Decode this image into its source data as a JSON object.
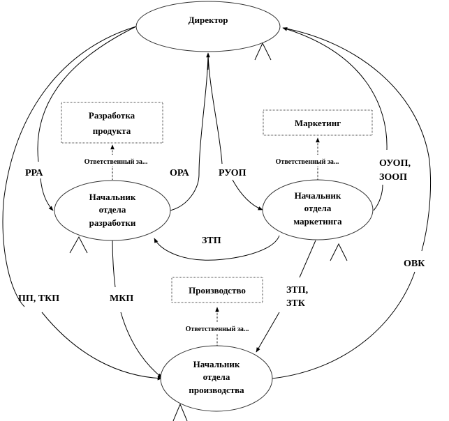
{
  "nodes": {
    "director": {
      "lines": [
        "Директор"
      ]
    },
    "dev_head": {
      "lines": [
        "Начальник",
        "отдела",
        "разработки"
      ]
    },
    "mkt_head": {
      "lines": [
        "Начальник",
        "отдела",
        "маркетинга"
      ]
    },
    "prod_head": {
      "lines": [
        "Начальник",
        "отдела",
        "производства"
      ]
    }
  },
  "boxes": {
    "product_dev": {
      "lines": [
        "Разработка",
        "продукта"
      ]
    },
    "marketing": {
      "lines": [
        "Маркетинг"
      ]
    },
    "production": {
      "lines": [
        "Производство"
      ]
    }
  },
  "responsible_label": "Ответственный за...",
  "edge_labels": {
    "rra": "РРА",
    "ora": "ОРА",
    "ruop": "РУОП",
    "ouop": "ОУОП,",
    "zoop": "ЗООП",
    "ztp": "ЗТП",
    "ztp2": "ЗТП,",
    "ztk": "ЗТК",
    "pp_tkp": "ПП, ТКП",
    "mkp": "МКП",
    "ovk": "ОВК"
  }
}
